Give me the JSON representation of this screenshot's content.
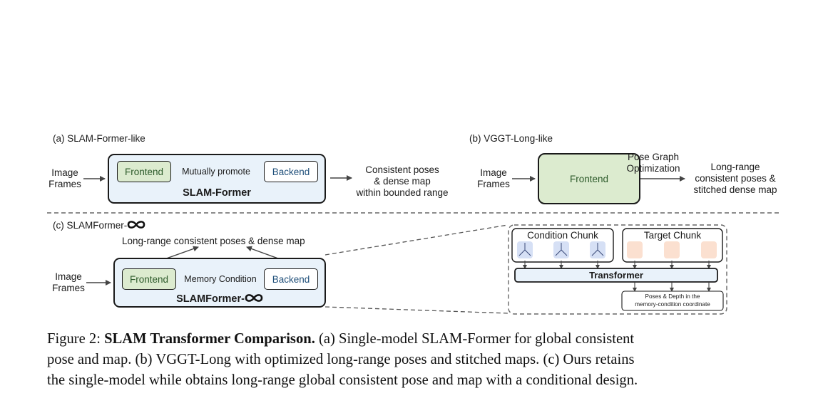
{
  "panel_a": {
    "label": "(a) SLAM-Former-like",
    "input": [
      "Image",
      "Frames"
    ],
    "frontend": "Frontend",
    "backend": "Backend",
    "relation": "Mutually promote",
    "model": "SLAM-Former",
    "output": [
      "Consistent poses",
      "& dense map",
      "within bounded range"
    ]
  },
  "panel_b": {
    "label": "(b) VGGT-Long-like",
    "input": [
      "Image",
      "Frames"
    ],
    "frontend": "Frontend",
    "process": [
      "Pose Graph",
      "Optimization"
    ],
    "output": [
      "Long-range",
      "consistent poses &",
      "stitched dense map"
    ]
  },
  "panel_c": {
    "label": "(c) SLAMFormer-",
    "output": "Long-range consistent poses & dense map",
    "input": [
      "Image",
      "Frames"
    ],
    "frontend": "Frontend",
    "backend": "Backend",
    "relation": "Memory Condition",
    "model": "SLAMFormer-",
    "detail": {
      "condition_chunk": "Condition Chunk",
      "target_chunk": "Target Chunk",
      "transformer": "Transformer",
      "result": [
        "Poses & Depth in the",
        "memory-condition coordinate"
      ]
    }
  },
  "caption": {
    "prefix": "Figure 2: ",
    "title": "SLAM Transformer Comparison.",
    "lines": [
      " (a) Single-model SLAM-Former for global consistent",
      "pose and map. (b) VGGT-Long with optimized long-range poses and stitched maps. (c) Ours retains",
      "the single-model while obtains long-range global consistent pose and map with a conditional design."
    ]
  },
  "colors": {
    "outer_fill": "#e9f2fa",
    "frontend_fill": "#dcebcf",
    "condition_fill": "#d6e0f5",
    "target_fill": "#fbe0d0"
  }
}
